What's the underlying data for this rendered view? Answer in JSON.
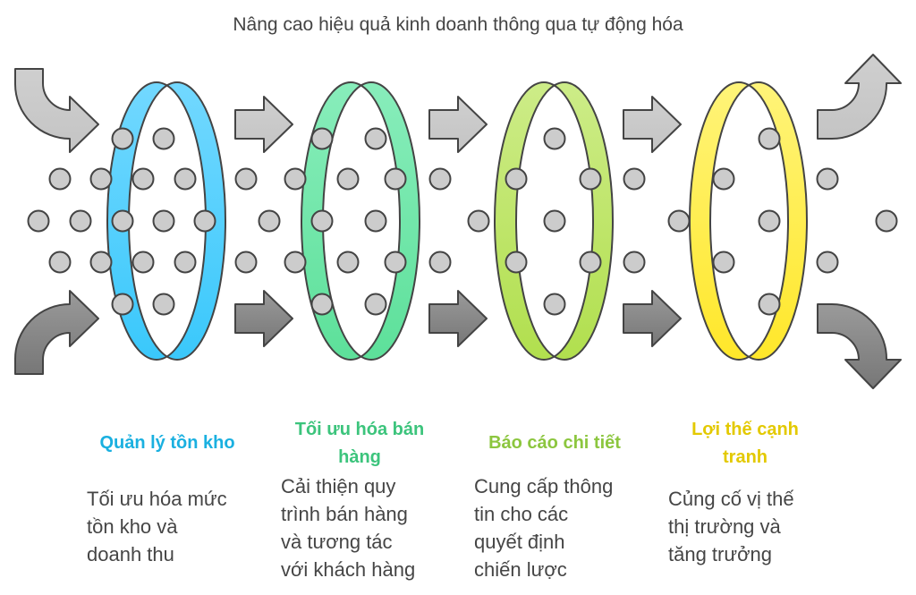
{
  "title": "Nâng cao hiệu quả kinh doanh thông qua tự động hóa",
  "stages": [
    {
      "heading": [
        "Quản lý tồn kho"
      ],
      "body": [
        "Tối ưu hóa mức",
        "tồn kho và",
        "doanh thu"
      ],
      "color": "#1ab0e0",
      "ring_top": "#72d8ff",
      "ring_bottom": "#3ac8fb"
    },
    {
      "heading": [
        "Tối ưu hóa bán",
        "hàng"
      ],
      "body": [
        "Cải thiện quy",
        "trình bán hàng",
        "và tương tác",
        "với khách hàng"
      ],
      "color": "#3cc47c",
      "ring_top": "#88edbb",
      "ring_bottom": "#5de09a"
    },
    {
      "heading": [
        "Báo cáo chi tiết"
      ],
      "body": [
        "Cung cấp thông",
        "tin cho các",
        "quyết định",
        "chiến lược"
      ],
      "color": "#8cc63f",
      "ring_top": "#cdec88",
      "ring_bottom": "#b1df4e"
    },
    {
      "heading": [
        "Lợi thế cạnh",
        "tranh"
      ],
      "body": [
        "Củng cố vị thế",
        "thị trường và",
        "tăng trưởng"
      ],
      "color": "#e3c900",
      "ring_top": "#fff479",
      "ring_bottom": "#ffe72a"
    }
  ],
  "colors": {
    "stroke": "#444444",
    "dot": "#cccccc",
    "arrow_light": "#cccccc",
    "arrow_dark_top": "#9a9a9a",
    "arrow_dark_bottom": "#777777"
  }
}
